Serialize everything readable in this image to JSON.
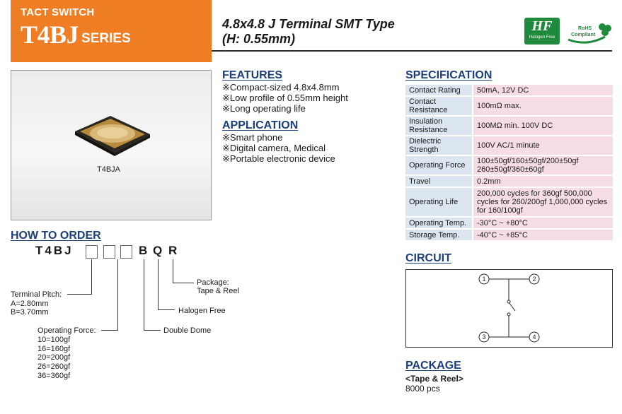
{
  "header": {
    "subtitle": "TACT SWITCH",
    "model": "T4BJ",
    "series": "SERIES",
    "title_line1": "4.8x4.8 J Terminal SMT Type",
    "title_line2": "(H: 0.55mm)",
    "logo_hf_text": "HF",
    "logo_hf_caption": "Halogen Free",
    "logo_rohs_line1": "RoHS",
    "logo_rohs_line2": "Compliant"
  },
  "photo": {
    "label": "T4BJA"
  },
  "features": {
    "title": "FEATURES",
    "items": [
      "※Compact-sized 4.8x4.8mm",
      "※Low profile of 0.55mm height",
      "※Long operating life"
    ]
  },
  "application": {
    "title": "APPLICATION",
    "items": [
      "※Smart phone",
      "※Digital camera, Medical",
      "※Portable electronic device"
    ]
  },
  "specification": {
    "title": "SPECIFICATION",
    "rows": [
      {
        "key": "Contact Rating",
        "value": "50mA, 12V DC"
      },
      {
        "key": "Contact Resistance",
        "value": "100mΩ max."
      },
      {
        "key": "Insulation Resistance",
        "value": "100MΩ min. 100V DC"
      },
      {
        "key": "Dielectric Strength",
        "value": "100V AC/1 minute"
      },
      {
        "key": "Operating Force",
        "value": "100±50gf/160±50gf/200±50gf 260±50gf/360±60gf"
      },
      {
        "key": "Travel",
        "value": "0.2mm"
      },
      {
        "key": "Operating Life",
        "value": "200,000 cycles for 360gf 500,000 cycles for 260/200gf 1,000,000 cycles for 160/100gf"
      },
      {
        "key": "Operating Temp.",
        "value": "-30°C ~ +80°C"
      },
      {
        "key": "Storage Temp.",
        "value": "-40°C ~ +85°C"
      }
    ]
  },
  "circuit": {
    "title": "CIRCUIT",
    "pins": [
      "1",
      "2",
      "3",
      "4"
    ]
  },
  "package": {
    "title": "PACKAGE",
    "type": "<Tape & Reel>",
    "qty": "8000 pcs"
  },
  "order": {
    "title": "HOW TO ORDER",
    "prefix": "T4BJ",
    "suffix_b": "B",
    "suffix_q": "Q",
    "suffix_r": "R",
    "package_label": "Package:",
    "package_value": "Tape & Reel",
    "halogen_label": "Halogen Free",
    "dome_label": "Double Dome",
    "pitch_label": "Terminal Pitch:",
    "pitch_options": [
      "A=2.80mm",
      "B=3.70mm"
    ],
    "force_label": "Operating Force:",
    "force_options": [
      "10=100gf",
      "16=160gf",
      "20=200gf",
      "26=260gf",
      "36=360gf"
    ]
  },
  "colors": {
    "accent_orange": "#ef7d23",
    "heading_blue": "#1c3f7a",
    "key_bg": "#dce6f1",
    "value_bg": "#f6dde4",
    "logo_green": "#1f8a3c"
  }
}
